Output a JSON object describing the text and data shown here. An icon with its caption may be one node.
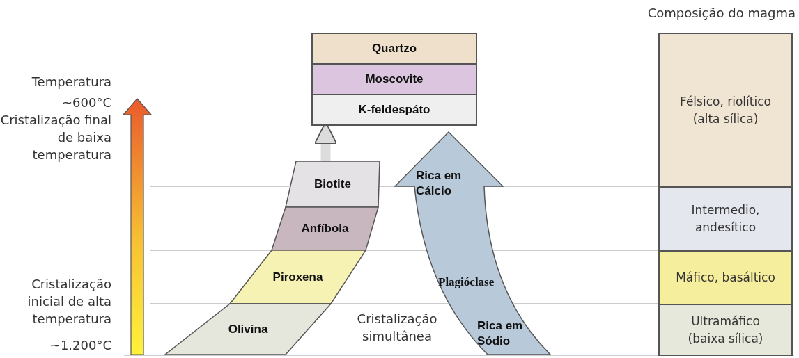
{
  "diagram": {
    "nodes": [
      {
        "text": [
          "Quartzo"
        ]
      },
      {
        "text": [
          "Moscovite"
        ]
      },
      {
        "text": [
          "K-feldespáto"
        ]
      },
      {
        "text": [
          "Biotite"
        ]
      },
      {
        "text": [
          "Anfíbola"
        ]
      },
      {
        "text": [
          "Piroxena"
        ]
      },
      {
        "text": [
          "Olivina"
        ]
      },
      {
        "text": [
          "Rica em Cálcio",
          "Plagióclase",
          "Rica em Sódio"
        ]
      },
      {
        "text": [
          "Félsico, riolítico (alta sílica)"
        ]
      },
      {
        "text": [
          "Intermedio, andesítico"
        ]
      },
      {
        "text": [
          "Máfico, basáltico"
        ]
      },
      {
        "text": [
          "Ultramáfico (baixa sílica)"
        ]
      }
    ],
    "edges": [
      {
        "from": 3,
        "to": 2,
        "arrow": "to"
      }
    ],
    "labels": [
      "Composição do magma",
      "Temperatura",
      "~600°C",
      "Cristalização final de baixa temperatura",
      "Cristalização inicial de alta temperatura",
      "~1.200°C",
      "Cristalização simultânea"
    ]
  }
}
